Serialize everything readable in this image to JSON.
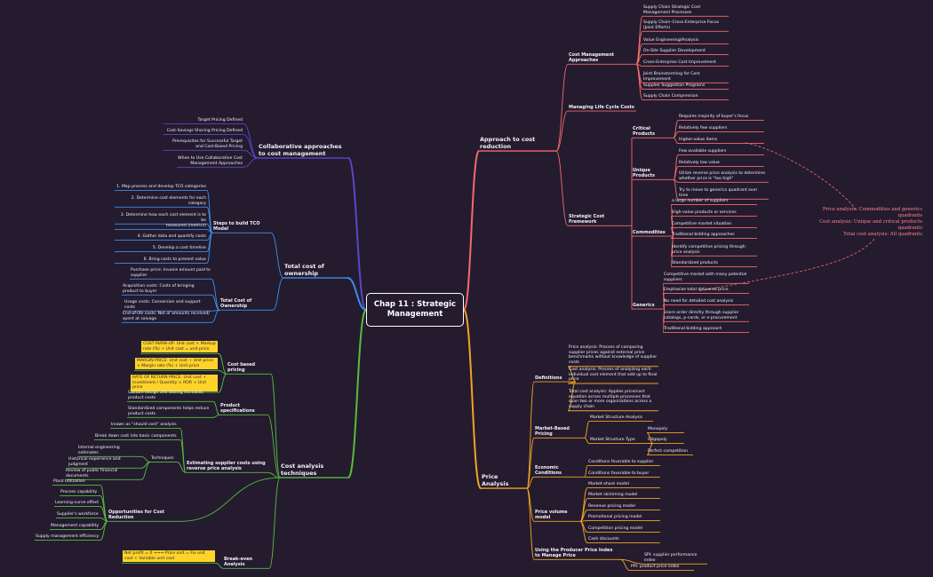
{
  "center": {
    "line1": "Chap 11 : Strategic",
    "line2": "Management"
  },
  "nodes": [
    {
      "id": "acr",
      "text": "Approach to cost reduction",
      "lvl": 2,
      "parent": "root",
      "br": "red"
    },
    {
      "id": "cma",
      "text": "Cost Management Approaches",
      "lvl": 1,
      "parent": "acr",
      "br": "red"
    },
    {
      "id": "cma1",
      "text": "Supply Chain Strategic Cost Management Processes",
      "parent": "cma",
      "br": "red"
    },
    {
      "id": "cma2",
      "text": "Supply Chain–Cross-Enterprise Focus (Joint Efforts)",
      "parent": "cma",
      "br": "red"
    },
    {
      "id": "cma3",
      "text": "Value Engineering/Analysis",
      "parent": "cma",
      "br": "red"
    },
    {
      "id": "cma4",
      "text": "On-Site Supplier Development",
      "parent": "cma",
      "br": "red"
    },
    {
      "id": "cma5",
      "text": "Cross-Enterprise Cost Improvement",
      "parent": "cma",
      "br": "red"
    },
    {
      "id": "cma6",
      "text": "Joint Brainstorming for Cost Improvement",
      "parent": "cma",
      "br": "red"
    },
    {
      "id": "cma7",
      "text": "Supplier Suggestion Programs",
      "parent": "cma",
      "br": "red"
    },
    {
      "id": "cma8",
      "text": "Supply Chain Compression",
      "parent": "cma",
      "br": "red"
    },
    {
      "id": "mlc",
      "text": "Managing Life Cycle Costs",
      "lvl": 1,
      "parent": "acr",
      "br": "red"
    },
    {
      "id": "scf",
      "text": "Strategic Cost Framework",
      "lvl": 1,
      "parent": "acr",
      "br": "red"
    },
    {
      "id": "cp",
      "text": "Critical Products",
      "lvl": 1,
      "parent": "scf",
      "br": "red"
    },
    {
      "id": "cp1",
      "text": "Requires majority of buyer's focus",
      "parent": "cp",
      "br": "red"
    },
    {
      "id": "cp2",
      "text": "Relatively few suppliers",
      "parent": "cp",
      "br": "red"
    },
    {
      "id": "cp3",
      "text": "Higher-value items",
      "parent": "cp",
      "br": "red"
    },
    {
      "id": "up",
      "text": "Unique Products",
      "lvl": 1,
      "parent": "scf",
      "br": "red"
    },
    {
      "id": "up1",
      "text": "Few available suppliers",
      "parent": "up",
      "br": "red"
    },
    {
      "id": "up2",
      "text": "Relatively low value",
      "parent": "up",
      "br": "red"
    },
    {
      "id": "up3",
      "text": "Utilize reverse price analysis to determine whether price is \"too high\"",
      "parent": "up",
      "br": "red"
    },
    {
      "id": "up4",
      "text": "Try to move to generics quadrant over time",
      "parent": "up",
      "br": "red"
    },
    {
      "id": "co",
      "text": "Commodities",
      "lvl": 1,
      "parent": "scf",
      "br": "red"
    },
    {
      "id": "co1",
      "text": "a large number of suppliers",
      "parent": "co",
      "br": "red"
    },
    {
      "id": "co2",
      "text": "High-value products or services",
      "parent": "co",
      "br": "red"
    },
    {
      "id": "co3",
      "text": "Competitive market situation",
      "parent": "co",
      "br": "red"
    },
    {
      "id": "co4",
      "text": "Traditional bidding approaches",
      "parent": "co",
      "br": "red"
    },
    {
      "id": "co5",
      "text": "Identify competitive pricing through price analysis",
      "parent": "co",
      "br": "red"
    },
    {
      "id": "co6",
      "text": "Standardized products",
      "parent": "co",
      "br": "red"
    },
    {
      "id": "ge",
      "text": "Generics",
      "lvl": 1,
      "parent": "scf",
      "br": "red"
    },
    {
      "id": "ge1",
      "text": "Competitive market with many potential suppliers",
      "parent": "ge",
      "br": "red"
    },
    {
      "id": "ge2",
      "text": "Emphasize total delivered price",
      "parent": "ge",
      "br": "red"
    },
    {
      "id": "ge3",
      "text": "No need for detailed cost analysis",
      "parent": "ge",
      "br": "red"
    },
    {
      "id": "ge4",
      "text": "Users order directly through supplier catalogs, p-cards, or e-procurement",
      "parent": "ge",
      "br": "red"
    },
    {
      "id": "ge5",
      "text": "Traditional bidding approach",
      "parent": "ge",
      "br": "red"
    },
    {
      "id": "pa",
      "text": "Price Analysis",
      "lvl": 2,
      "parent": "root",
      "br": "orange"
    },
    {
      "id": "def",
      "text": "Definitions",
      "lvl": 1,
      "parent": "pa",
      "br": "orange"
    },
    {
      "id": "def1",
      "text": "Price analysis: Process of comparing supplier prices against external price benchmarks without knowledge of supplier costs",
      "parent": "def",
      "br": "orange"
    },
    {
      "id": "def2",
      "text": "Cost analysis: Process of analyzing each individual cost element that add up to final price",
      "parent": "def",
      "br": "orange"
    },
    {
      "id": "def3",
      "text": "Total cost analysis: Applies price/cost equation across multiple processes that span two or more organizations across a supply chain",
      "parent": "def",
      "br": "orange"
    },
    {
      "id": "mbp",
      "text": "Market-Based Pricing",
      "lvl": 1,
      "parent": "pa",
      "br": "orange"
    },
    {
      "id": "msa",
      "text": "Market Structure Analysis",
      "parent": "mbp",
      "br": "orange"
    },
    {
      "id": "mst",
      "text": "Market Structure Type",
      "parent": "mbp",
      "br": "orange"
    },
    {
      "id": "mst1",
      "text": "Monopoly",
      "parent": "mst",
      "br": "orange"
    },
    {
      "id": "mst2",
      "text": "Oligopoly",
      "parent": "mst",
      "br": "orange"
    },
    {
      "id": "mst3",
      "text": "Perfect competition",
      "parent": "mst",
      "br": "orange"
    },
    {
      "id": "ec",
      "text": "Economic Conditions",
      "lvl": 1,
      "parent": "pa",
      "br": "orange"
    },
    {
      "id": "ec1",
      "text": "Conditions favorable to supplier",
      "parent": "ec",
      "br": "orange"
    },
    {
      "id": "ec2",
      "text": "Conditions favorable to buyer",
      "parent": "ec",
      "br": "orange"
    },
    {
      "id": "pvm",
      "text": "Price volume model",
      "lvl": 1,
      "parent": "pa",
      "br": "orange"
    },
    {
      "id": "pvm1",
      "text": "Market-share model",
      "parent": "pvm",
      "br": "orange"
    },
    {
      "id": "pvm2",
      "text": "Market skimming model",
      "parent": "pvm",
      "br": "orange"
    },
    {
      "id": "pvm3",
      "text": "Revenue pricing model",
      "parent": "pvm",
      "br": "orange"
    },
    {
      "id": "pvm4",
      "text": "Promotional pricing model",
      "parent": "pvm",
      "br": "orange"
    },
    {
      "id": "pvm5",
      "text": "Competition pricing model",
      "parent": "pvm",
      "br": "orange"
    },
    {
      "id": "pvm6",
      "text": "Cash discounts",
      "parent": "pvm",
      "br": "orange"
    },
    {
      "id": "ppi",
      "text": "Using the Producer Price Index to Manage Price",
      "lvl": 1,
      "parent": "pa",
      "br": "orange"
    },
    {
      "id": "ppi1",
      "text": "SPI: supplier performance index",
      "parent": "ppi",
      "br": "orange"
    },
    {
      "id": "ppi2",
      "text": "PPI: product price index",
      "parent": "ppi",
      "br": "orange"
    },
    {
      "id": "cat",
      "text": "Collaborative approaches to cost management",
      "lvl": 2,
      "parent": "root",
      "br": "indigo"
    },
    {
      "id": "cat1",
      "text": "Target Pricing Defined",
      "parent": "cat",
      "br": "indigo"
    },
    {
      "id": "cat2",
      "text": "Cost-Savings Sharing Pricing Defined",
      "parent": "cat",
      "br": "indigo"
    },
    {
      "id": "cat3",
      "text": "Prerequisites for Successful Target and Cost-Based Pricing",
      "parent": "cat",
      "br": "indigo"
    },
    {
      "id": "cat4",
      "text": "When to Use Collaborative Cost Management Approaches",
      "parent": "cat",
      "br": "indigo"
    },
    {
      "id": "tco",
      "text": "Total cost of ownership",
      "lvl": 2,
      "parent": "root",
      "br": "blue"
    },
    {
      "id": "st",
      "text": "Steps to build TCO Model",
      "lvl": 1,
      "parent": "tco",
      "br": "blue"
    },
    {
      "id": "st1",
      "text": "1. Map process and develop TCO categories",
      "parent": "st",
      "br": "blue"
    },
    {
      "id": "st2",
      "text": "2. Determine cost elements for each category",
      "parent": "st",
      "br": "blue"
    },
    {
      "id": "st3",
      "text": "3. Determine how each cost element is to be",
      "parent": "st",
      "br": "blue"
    },
    {
      "id": "st3b",
      "text": "measured (metrics)",
      "parent": "st",
      "br": "blue"
    },
    {
      "id": "st4",
      "text": "4. Gather data and quantify costs",
      "parent": "st",
      "br": "blue"
    },
    {
      "id": "st5",
      "text": "5. Develop a cost timeline",
      "parent": "st",
      "br": "blue"
    },
    {
      "id": "st6",
      "text": "6. Bring costs to present value",
      "parent": "st",
      "br": "blue"
    },
    {
      "id": "tc",
      "text": "Total Cost of Ownership",
      "lvl": 1,
      "parent": "tco",
      "br": "blue"
    },
    {
      "id": "tc1",
      "text": "Purchase price: Invoice amount paid to supplier",
      "parent": "tc",
      "br": "blue"
    },
    {
      "id": "tc2",
      "text": "Acquisition costs: Costs of bringing product to buyer",
      "parent": "tc",
      "br": "blue"
    },
    {
      "id": "tc3",
      "text": "Usage costs: Conversion and support costs",
      "parent": "tc",
      "br": "blue"
    },
    {
      "id": "tc4",
      "text": "End-of-life costs: Net of amounts received/ spent at salvage",
      "parent": "tc",
      "br": "blue"
    },
    {
      "id": "cate",
      "text": "Cost analysis techniques",
      "lvl": 2,
      "parent": "root",
      "br": "green"
    },
    {
      "id": "cbp",
      "text": "Cost based pricing",
      "lvl": 1,
      "parent": "cate",
      "br": "green"
    },
    {
      "id": "cbp1",
      "text": "COST MARK-UP: Unit cost × Markup rate (%) + Unit cost = unit price",
      "parent": "cbp",
      "br": "green",
      "hl": true
    },
    {
      "id": "cbp2",
      "text": "MARGIN PRICE: Unit cost ÷ Unit price × Margin rate (%) + Unit price",
      "parent": "cbp",
      "br": "green",
      "hl": true
    },
    {
      "id": "cbp3",
      "text": "RATE OF RETURN PRICE: Unit cost + Investment / Quantity × ROR + Unit price",
      "parent": "cbp",
      "br": "green",
      "hl": true
    },
    {
      "id": "ps",
      "text": "Product specifications",
      "lvl": 1,
      "parent": "cate",
      "br": "green"
    },
    {
      "id": "ps1",
      "text": "Custom design and tooling increases product costs",
      "parent": "ps",
      "br": "green"
    },
    {
      "id": "ps2",
      "text": "Standardized components helps reduce product costs",
      "parent": "ps",
      "br": "green"
    },
    {
      "id": "esc",
      "text": "Estimating supplier costs using reverse price analysis",
      "lvl": 1,
      "parent": "cate",
      "br": "green"
    },
    {
      "id": "esc1",
      "text": "known as \"should cost\" analysis",
      "parent": "esc",
      "br": "green"
    },
    {
      "id": "esc2",
      "text": "Break down cost into basic components",
      "parent": "esc",
      "br": "green"
    },
    {
      "id": "tech",
      "text": "Techniques",
      "parent": "esc",
      "br": "green"
    },
    {
      "id": "tech1",
      "text": "Internal engineering estimates",
      "parent": "tech",
      "br": "green"
    },
    {
      "id": "tech2",
      "text": "Historical experience and judgment",
      "parent": "tech",
      "br": "green"
    },
    {
      "id": "tech3",
      "text": "Review of public financial documents",
      "parent": "tech",
      "br": "green"
    },
    {
      "id": "ocr",
      "text": "Opportunities for Cost Reduction",
      "lvl": 1,
      "parent": "cate",
      "br": "green"
    },
    {
      "id": "ocr1",
      "text": "Plant utilization",
      "parent": "ocr",
      "br": "green"
    },
    {
      "id": "ocr2",
      "text": "Process capability",
      "parent": "ocr",
      "br": "green"
    },
    {
      "id": "ocr3",
      "text": "Learning-curve effect",
      "parent": "ocr",
      "br": "green"
    },
    {
      "id": "ocr4",
      "text": "Supplier's workforce",
      "parent": "ocr",
      "br": "green"
    },
    {
      "id": "ocr5",
      "text": "Management capability",
      "parent": "ocr",
      "br": "green"
    },
    {
      "id": "ocr6",
      "text": "Supply management efficiency",
      "parent": "ocr",
      "br": "green"
    },
    {
      "id": "bea",
      "text": "Break-even Analysis",
      "lvl": 1,
      "parent": "cate",
      "br": "green"
    },
    {
      "id": "bea1",
      "text": "Net profit = 0     ⇒⇒⇒     Price unit = Fix unit cost + Variable unit cost",
      "parent": "bea",
      "br": "green",
      "hl": true
    }
  ],
  "note": {
    "line1": "Price analysis: Commodities and generics quadrants",
    "line2": "Cost analysis: Unique and critical products quadrants",
    "line3": "Total cost analysis: All quadrants"
  },
  "colors": {
    "red": "#f26b6b",
    "orange": "#f0a51f",
    "indigo": "#5947c9",
    "blue": "#3d8fe8",
    "green": "#58bd3c",
    "highlight": "#ffd42a",
    "background": "#241b2f"
  }
}
